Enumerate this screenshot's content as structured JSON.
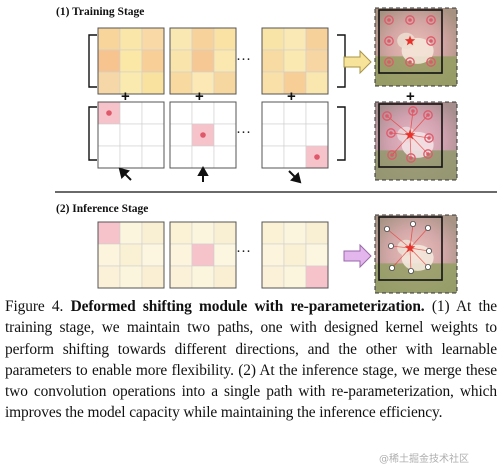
{
  "figure": {
    "training_label": "(1) Training Stage",
    "inference_label": "(2) Inference Stage",
    "ellipsis": "···",
    "plus": "+",
    "colors": {
      "arrow_training": "#f7e39a",
      "arrow_inference": "#e3b6ee",
      "highlight_cell": "#f7c3cb",
      "dot": "#e0596a",
      "star": "#e8322c",
      "grass": "#6e8a4a"
    }
  },
  "caption": {
    "label": "Figure 4.",
    "title": "Deformed shifting module with re-parameterization.",
    "body": "(1) At the training stage, we maintain two paths, one with designed kernel weights to perform shifting towards different directions, and the other with learnable parameters to enable more flexibility. (2) At the inference stage, we merge these two convolution operations into a single path with re-parameterization, which improves the model capacity while maintaining the inference efficiency."
  },
  "watermark": "@稀土掘金技术社区"
}
